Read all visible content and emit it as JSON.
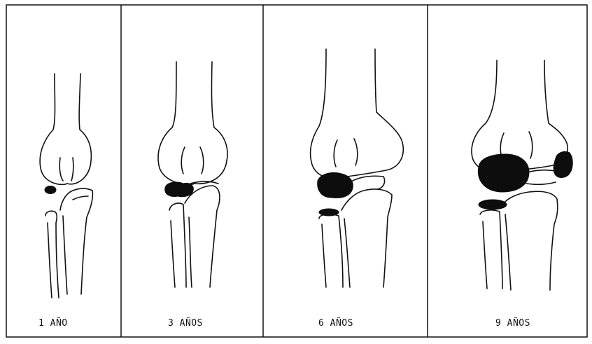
{
  "panels": [
    {
      "label": "1 AÑO"
    },
    {
      "label": "3 AÑOS"
    },
    {
      "label": "6 AÑOS"
    },
    {
      "label": "9 AÑOS"
    }
  ],
  "colors": {
    "ink": "#111111",
    "background": "#ffffff"
  }
}
